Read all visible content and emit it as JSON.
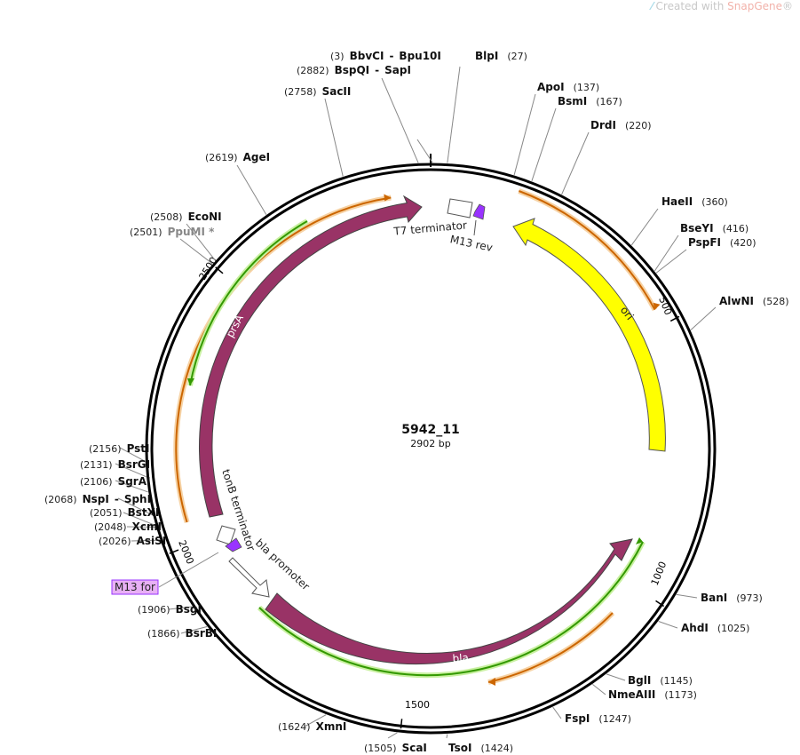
{
  "watermark": {
    "prefix": "Created with ",
    "brand": "SnapGene",
    "suffix": "®"
  },
  "plasmid": {
    "name": "5942_11",
    "length_label": "2902 bp",
    "total_bp": 2902
  },
  "ticks": [
    {
      "bp": 500,
      "label": "500"
    },
    {
      "bp": 1000,
      "label": "1000"
    },
    {
      "bp": 1500,
      "label": "1500"
    },
    {
      "bp": 2000,
      "label": "2000"
    },
    {
      "bp": 2500,
      "label": "2500"
    }
  ],
  "sites": [
    {
      "id": "bbvci",
      "left": "(3)",
      "names": [
        "BbvCI",
        "Bpu10I"
      ],
      "right": "",
      "bp": 3
    },
    {
      "id": "bspqi",
      "left": "(2882)",
      "names": [
        "BspQI",
        "SapI"
      ],
      "right": "",
      "bp": 2882
    },
    {
      "id": "blpi",
      "left": "",
      "names": [
        "BlpI"
      ],
      "right": "(27)",
      "bp": 27
    },
    {
      "id": "apoi",
      "left": "",
      "names": [
        "ApoI"
      ],
      "right": "(137)",
      "bp": 137
    },
    {
      "id": "bsmi",
      "left": "",
      "names": [
        "BsmI"
      ],
      "right": "(167)",
      "bp": 167
    },
    {
      "id": "drdi",
      "left": "",
      "names": [
        "DrdI"
      ],
      "right": "(220)",
      "bp": 220
    },
    {
      "id": "sacii",
      "left": "(2758)",
      "names": [
        "SacII"
      ],
      "right": "",
      "bp": 2758
    },
    {
      "id": "agei",
      "left": "(2619)",
      "names": [
        "AgeI"
      ],
      "right": "",
      "bp": 2619
    },
    {
      "id": "haeii",
      "left": "",
      "names": [
        "HaeII"
      ],
      "right": "(360)",
      "bp": 360
    },
    {
      "id": "econi",
      "left": "(2508)",
      "names": [
        "EcoNI"
      ],
      "right": "",
      "bp": 2508
    },
    {
      "id": "ppumi",
      "left": "(2501)",
      "names": [
        "PpuMI *"
      ],
      "right": "",
      "bp": 2501,
      "grey": true
    },
    {
      "id": "bseyi",
      "left": "",
      "names": [
        "BseYI"
      ],
      "right": "(416)",
      "bp": 416
    },
    {
      "id": "pspfi",
      "left": "",
      "names": [
        "PspFI"
      ],
      "right": "(420)",
      "bp": 420
    },
    {
      "id": "alwni",
      "left": "",
      "names": [
        "AlwNI"
      ],
      "right": "(528)",
      "bp": 528
    },
    {
      "id": "psti",
      "left": "(2156)",
      "names": [
        "PstI"
      ],
      "right": "",
      "bp": 2156
    },
    {
      "id": "bsrgi",
      "left": "(2131)",
      "names": [
        "BsrGI"
      ],
      "right": "",
      "bp": 2131
    },
    {
      "id": "sgrai",
      "left": "(2106)",
      "names": [
        "SgrAI"
      ],
      "right": "",
      "bp": 2106
    },
    {
      "id": "nspi",
      "left": "(2068)",
      "names": [
        "NspI",
        "SphI"
      ],
      "right": "",
      "bp": 2068
    },
    {
      "id": "bstxi",
      "left": "(2051)",
      "names": [
        "BstXI"
      ],
      "right": "",
      "bp": 2051
    },
    {
      "id": "xcmi",
      "left": "(2048)",
      "names": [
        "XcmI"
      ],
      "right": "",
      "bp": 2048
    },
    {
      "id": "asisi",
      "left": "(2026)",
      "names": [
        "AsiSI"
      ],
      "right": "",
      "bp": 2026
    },
    {
      "id": "bani",
      "left": "",
      "names": [
        "BanI"
      ],
      "right": "(973)",
      "bp": 973
    },
    {
      "id": "ahdi",
      "left": "",
      "names": [
        "AhdI"
      ],
      "right": "(1025)",
      "bp": 1025
    },
    {
      "id": "bsgi",
      "left": "(1906)",
      "names": [
        "BsgI"
      ],
      "right": "",
      "bp": 1906
    },
    {
      "id": "bsrbi",
      "left": "(1866)",
      "names": [
        "BsrBI"
      ],
      "right": "",
      "bp": 1866
    },
    {
      "id": "bgli",
      "left": "",
      "names": [
        "BglI"
      ],
      "right": "(1145)",
      "bp": 1145
    },
    {
      "id": "nmeaiii",
      "left": "",
      "names": [
        "NmeAIII"
      ],
      "right": "(1173)",
      "bp": 1173
    },
    {
      "id": "fspi",
      "left": "",
      "names": [
        "FspI"
      ],
      "right": "(1247)",
      "bp": 1247
    },
    {
      "id": "xmni",
      "left": "(1624)",
      "names": [
        "XmnI"
      ],
      "right": "",
      "bp": 1624
    },
    {
      "id": "scai",
      "left": "(1505)",
      "names": [
        "ScaI"
      ],
      "right": "",
      "bp": 1505
    },
    {
      "id": "tsoi",
      "left": "",
      "names": [
        "TsoI"
      ],
      "right": "(1424)",
      "bp": 1424
    }
  ],
  "features": [
    {
      "id": "prsa",
      "label": "prsA",
      "type": "cds",
      "color": "#993366",
      "label_inside": true
    },
    {
      "id": "ori",
      "label": "ori",
      "type": "ori",
      "color": "#ffff00",
      "label_inside": true
    },
    {
      "id": "bla",
      "label": "bla",
      "type": "cds",
      "color": "#993366",
      "label_inside": true
    },
    {
      "id": "t7-terminator",
      "label": "T7 terminator",
      "type": "terminator",
      "color": "#ffffff"
    },
    {
      "id": "m13-rev",
      "label": "M13 rev",
      "type": "primer_bind",
      "color": "#9933ff"
    },
    {
      "id": "tonb-terminator",
      "label": "tonB terminator",
      "type": "terminator",
      "color": "#ffffff"
    },
    {
      "id": "bla-promoter",
      "label": "bla promoter",
      "type": "promoter",
      "color": "#ffffff"
    },
    {
      "id": "m13-for",
      "label": "M13 for",
      "type": "primer_bind",
      "color": "#9933ff"
    }
  ],
  "colors": {
    "backbone": "#000000",
    "cds": "#993366",
    "ori": "#ffff00",
    "primer": "#9933ff",
    "orf_orange": "#cc6600",
    "orf_green": "#339900",
    "m13_for_box": "#e8b0f5"
  }
}
